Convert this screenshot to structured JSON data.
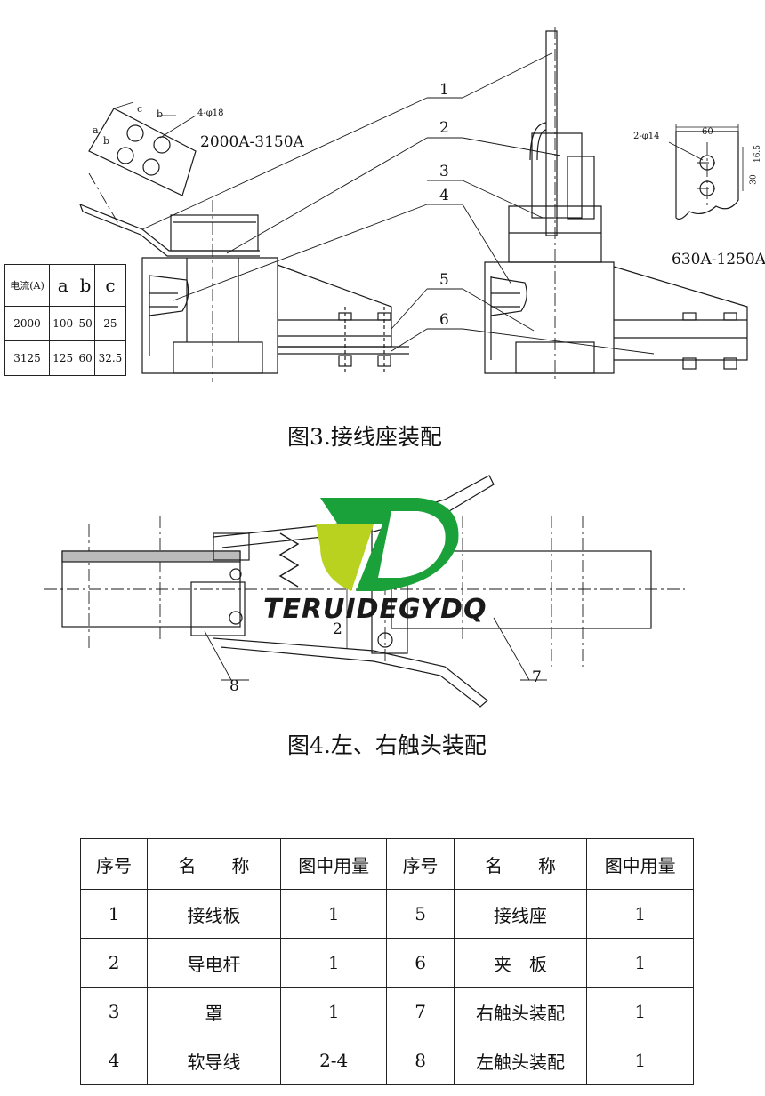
{
  "fig3": {
    "caption": "图3.接线座装配",
    "label_large": "2000A-3150A",
    "label_small": "630A-1250A",
    "hole_large": "4-φ18",
    "hole_small": "2-φ14",
    "dim_60": "60",
    "dim_165": "16.5",
    "dim_30": "30",
    "dim_a": "a",
    "dim_b": "b",
    "dim_c": "c",
    "callouts": [
      "1",
      "2",
      "3",
      "4",
      "5",
      "6"
    ]
  },
  "dim_table": {
    "header": [
      "电流(A)",
      "a",
      "b",
      "c"
    ],
    "rows": [
      [
        "2000",
        "100",
        "50",
        "25"
      ],
      [
        "3125",
        "125",
        "60",
        "32.5"
      ]
    ]
  },
  "fig4": {
    "caption": "图4.左、右触头装配",
    "callouts": [
      "7",
      "8"
    ],
    "gap_top": "2",
    "gap_bottom": "2"
  },
  "watermark": {
    "text": "TERUIDEGYDQ",
    "colors": {
      "green": "#1aa13a",
      "light_green": "#b9d21f",
      "black": "#1a1a1a"
    }
  },
  "parts_table": {
    "header": [
      "序号",
      "名　　称",
      "图中用量",
      "序号",
      "名　　称",
      "图中用量"
    ],
    "rows": [
      [
        "1",
        "接线板",
        "1",
        "5",
        "接线座",
        "1"
      ],
      [
        "2",
        "导电杆",
        "1",
        "6",
        "夹　板",
        "1"
      ],
      [
        "3",
        "罩",
        "1",
        "7",
        "右触头装配",
        "1"
      ],
      [
        "4",
        "软导线",
        "2-4",
        "8",
        "左触头装配",
        "1"
      ]
    ]
  }
}
